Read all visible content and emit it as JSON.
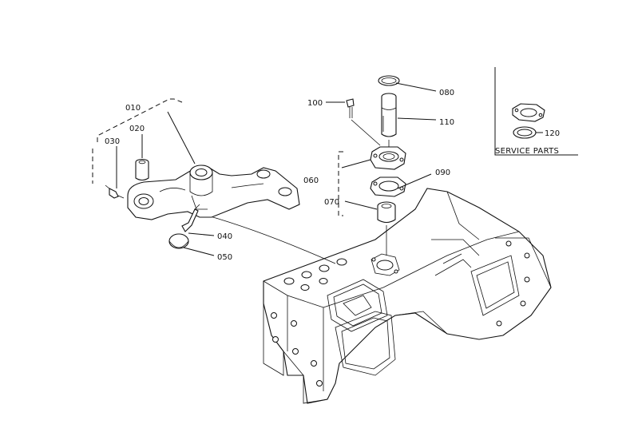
{
  "callouts": {
    "p010": "010",
    "p020": "020",
    "p030": "030",
    "p040": "040",
    "p050": "050",
    "p060": "060",
    "p070": "070",
    "p080": "080",
    "p090": "090",
    "p100": "100",
    "p110": "110",
    "p120": "120"
  },
  "service_parts": {
    "title": "SERVICE PARTS"
  }
}
